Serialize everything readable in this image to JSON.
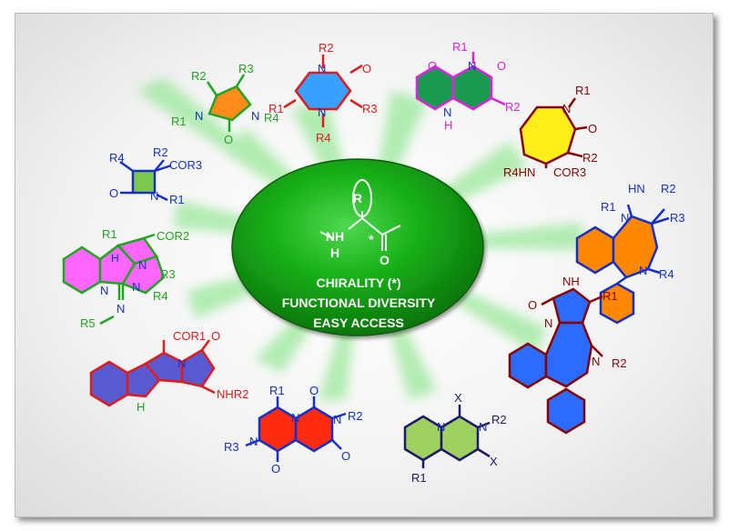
{
  "center": {
    "line1": "CHIRALITY (*)",
    "line2": "FUNCTIONAL DIVERSITY",
    "line3": "EASY ACCESS",
    "motif": {
      "r": "R",
      "nh": "NH",
      "h": "H",
      "o": "O",
      "star": "*"
    }
  },
  "scaffolds": {
    "piperazinedione": {
      "r1": "R1",
      "r2": "R2",
      "r3": "R3",
      "r4": "R4",
      "n1": "N",
      "n2": "N",
      "o": "O"
    },
    "spiro": {
      "r1": "R1",
      "r2": "R2",
      "n1": "N",
      "nh": "N",
      "h": "H",
      "o1": "O",
      "o2": "O"
    },
    "imidazolone": {
      "r1": "R1",
      "r2": "R2",
      "r3": "R3",
      "r4": "R4",
      "n1": "N",
      "n2": "N",
      "o": "O"
    },
    "betalactam": {
      "r1": "R1",
      "r2": "R2",
      "r4": "R4",
      "cor": "COR3",
      "n": "N",
      "o": "O"
    },
    "azepanone": {
      "r1": "R1",
      "r2": "R2",
      "n": "N",
      "o": "O",
      "hn": "R4HN",
      "cor": "COR3"
    },
    "benzodiazepine": {
      "r1": "R1",
      "r2": "R2",
      "r3": "R3",
      "r4": "R4",
      "n1": "N",
      "n2": "N",
      "hn": "HN"
    },
    "pyrroloindoline": {
      "r1": "R1",
      "r3": "R3",
      "r4": "R4",
      "r5": "R5",
      "cor": "COR2",
      "n1": "N",
      "n2": "N",
      "n3": "N",
      "n4": "N",
      "h": "H"
    },
    "imidazobenzodiazepine": {
      "r1": "R1",
      "r2": "R2",
      "n1": "N",
      "n2": "N",
      "nh": "NH",
      "o": "O"
    },
    "tetrahydrocarboline": {
      "cor": "COR1",
      "nh": "NHR2",
      "n": "N",
      "h": "H",
      "o": "O"
    },
    "pyridopyrazine": {
      "r1": "R1",
      "r2": "R2",
      "r3": "R3",
      "n1": "N",
      "n2": "N",
      "n3": "N",
      "o1": "O",
      "o2": "O",
      "o3": "O"
    },
    "pyridopyrimidine": {
      "r1": "R1",
      "r2": "R2",
      "x1": "X",
      "x2": "X",
      "n1": "N",
      "n2": "N"
    }
  },
  "colors": {
    "green": "#1fa51f",
    "dark_green": "#0a7a0a",
    "blue": "#1530c8",
    "red": "#e01b1b",
    "magenta": "#e020e0",
    "maroon": "#8a0000",
    "olive": "#2e8b2e"
  }
}
